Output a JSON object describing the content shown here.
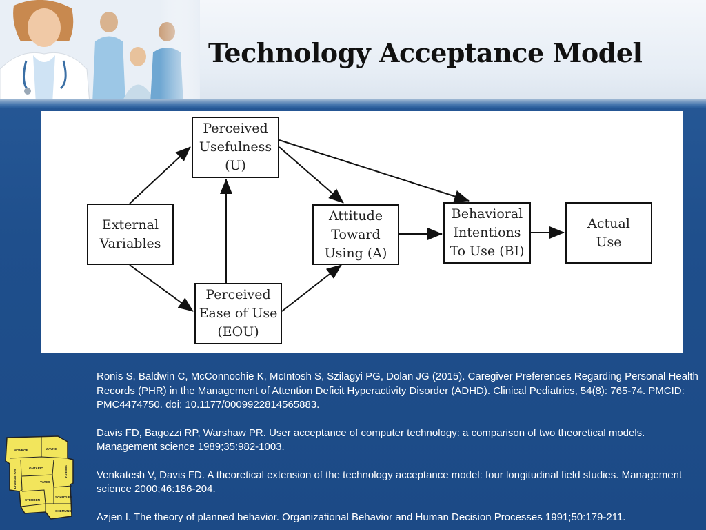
{
  "title": "Technology Acceptance Model",
  "diagram": {
    "nodes": {
      "external": "External\nVariables",
      "usefulness": "Perceived\nUsefulness\n(U)",
      "eou": "Perceived\nEase of Use\n(EOU)",
      "attitude": "Attitude\nToward\nUsing (A)",
      "bi": "Behavioral\nIntentions\nTo Use (BI)",
      "actual": "Actual\nUse"
    }
  },
  "references": [
    "Ronis S, Baldwin C, McConnochie K, McIntosh S, Szilagyi PG, Dolan JG (2015). Caregiver Preferences Regarding Personal Health Records (PHR) in the Management of Attention Deficit Hyperactivity Disorder (ADHD). Clinical Pediatrics, 54(8): 765-74. PMCID: PMC4474750. doi: 10.1177/0009922814565883.",
    "Davis FD, Bagozzi RP, Warshaw PR. User acceptance of computer technology: a comparison of two theoretical models. Management science 1989;35:982-1003.",
    "Venkatesh V, Davis FD. A theoretical extension of the technology acceptance model: four longitudinal field studies. Management science 2000;46:186-204.",
    "Azjen I. The theory of planned behavior. Organizational Behavior and Human Decision Processes 1991;50:179-211."
  ],
  "map_counties": [
    "MONROE",
    "WAYNE",
    "ONTARIO",
    "LIVINGSTON",
    "SENECA",
    "YATES",
    "SCHUYLER",
    "STEUBEN",
    "CHEMUNG"
  ]
}
